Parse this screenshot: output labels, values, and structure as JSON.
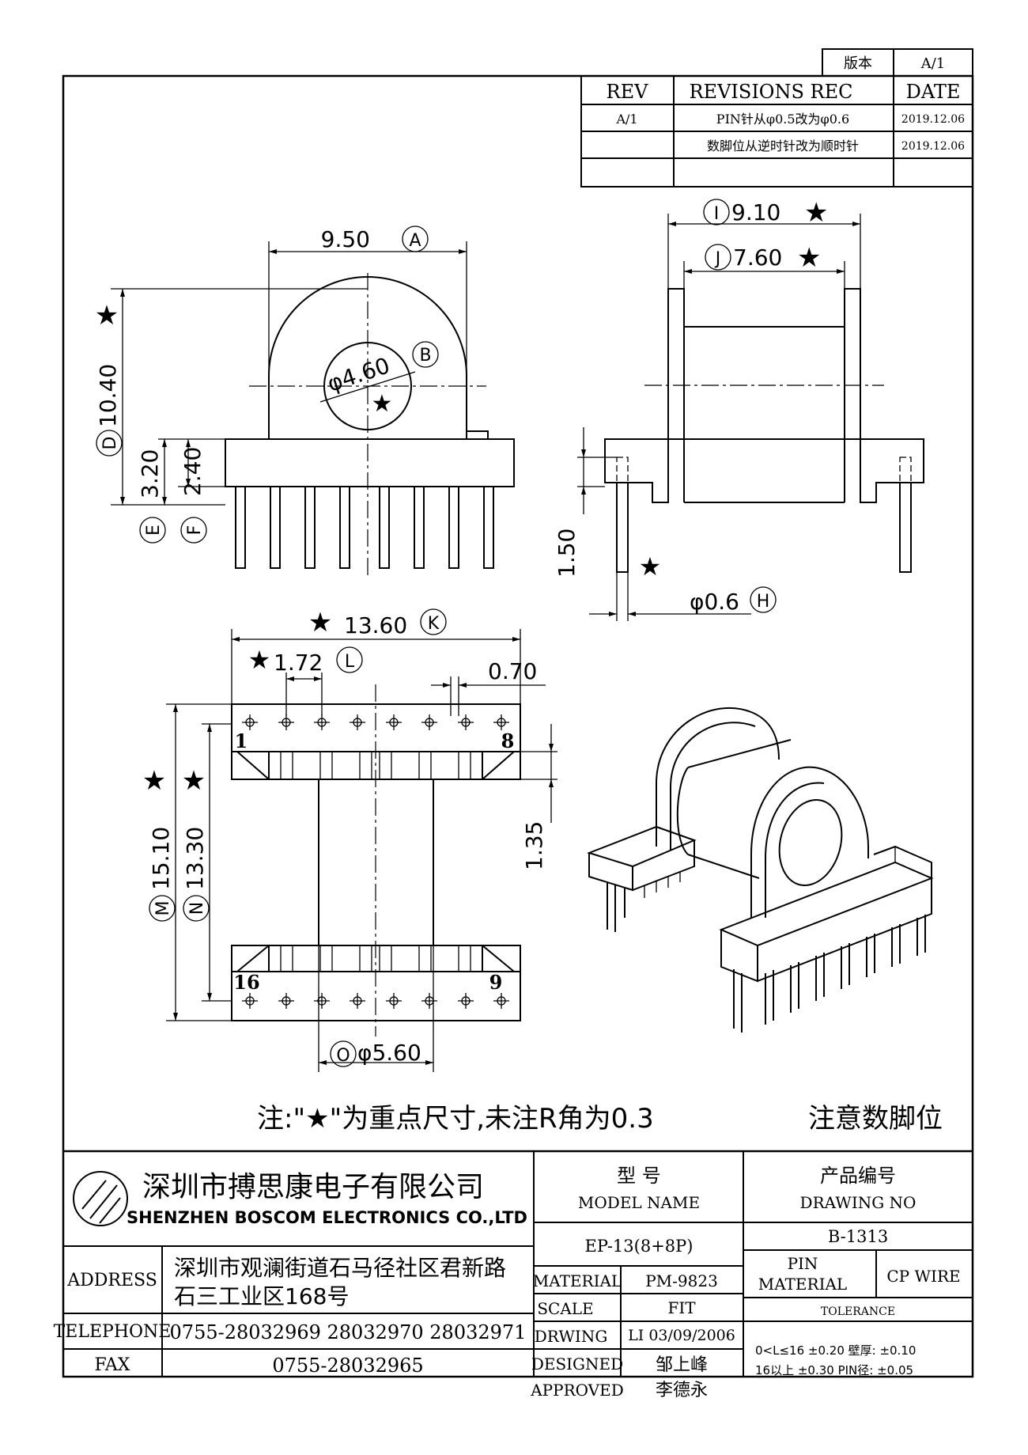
{
  "version_box": {
    "label": "版本",
    "value": "A/1"
  },
  "revisions": {
    "headers": [
      "REV",
      "REVISIONS REC",
      "DATE"
    ],
    "rows": [
      {
        "rev": "A/1",
        "rec": "PIN针从φ0.5改为φ0.6",
        "date": "2019.12.06"
      },
      {
        "rev": "",
        "rec": "数脚位从逆时针改为顺时针",
        "date": "2019.12.06"
      },
      {
        "rev": "",
        "rec": "",
        "date": ""
      }
    ]
  },
  "dimensions": {
    "A": {
      "value": "9.50",
      "letter": "A"
    },
    "B": {
      "value": "φ4.60",
      "letter": "B"
    },
    "D": {
      "value": "10.40",
      "letter": "D"
    },
    "E": {
      "value": "3.20",
      "letter": "E"
    },
    "F": {
      "value": "2.40",
      "letter": "F"
    },
    "I": {
      "value": "9.10",
      "letter": "I"
    },
    "J": {
      "value": "7.60",
      "letter": "J"
    },
    "G": {
      "value": "1.50"
    },
    "H": {
      "value": "φ0.6",
      "letter": "H"
    },
    "K": {
      "value": "13.60",
      "letter": "K"
    },
    "L": {
      "value": "1.72",
      "letter": "L"
    },
    "P": {
      "value": "0.70"
    },
    "Q": {
      "value": "1.35"
    },
    "M": {
      "value": "15.10",
      "letter": "M"
    },
    "N": {
      "value": "13.30",
      "letter": "N"
    },
    "O": {
      "value": "φ5.60",
      "letter": "O"
    }
  },
  "pin_labels": {
    "p1": "1",
    "p8": "8",
    "p16": "16",
    "p9": "9"
  },
  "star": "★",
  "notes": {
    "main": "注:\"★\"为重点尺寸,未注R角为0.3",
    "pin_note": "注意数脚位"
  },
  "title_block": {
    "company_cn": "深圳市搏思康电子有限公司",
    "company_en": "SHENZHEN BOSCOM ELECTRONICS CO.,LTD",
    "address_label": "ADDRESS",
    "address_line1": "深圳市观澜街道石马径社区君新路",
    "address_line2": "石三工业区168号",
    "telephone_label": "TELEPHONE",
    "telephone": "0755-28032969 28032970 28032971",
    "fax_label": "FAX",
    "fax": "0755-28032965",
    "model_name_cn": "型    号",
    "model_name_en": "MODEL NAME",
    "model": "EP-13(8+8P)",
    "drawing_no_cn": "产品编号",
    "drawing_no_en": "DRAWING NO",
    "drawing_no": "B-1313",
    "material_label": "MATERIAL",
    "material": "PM-9823",
    "scale_label": "SCALE",
    "scale": "FIT",
    "drwing_label": "DRWING",
    "drwing": "LI 03/09/2006",
    "designed_label": "DESIGNED",
    "designed": "邹上峰",
    "approved_label": "APPROVED",
    "approved": "李德永",
    "pin_label": "PIN",
    "pin_material_label": "MATERIAL",
    "pin_material": "CP WIRE",
    "tolerance_label": "TOLERANCE",
    "tol_row1": "0<L≤16  ±0.20  壁厚:  ±0.10",
    "tol_row2": "16以上   ±0.30  PIN径: ±0.05"
  }
}
